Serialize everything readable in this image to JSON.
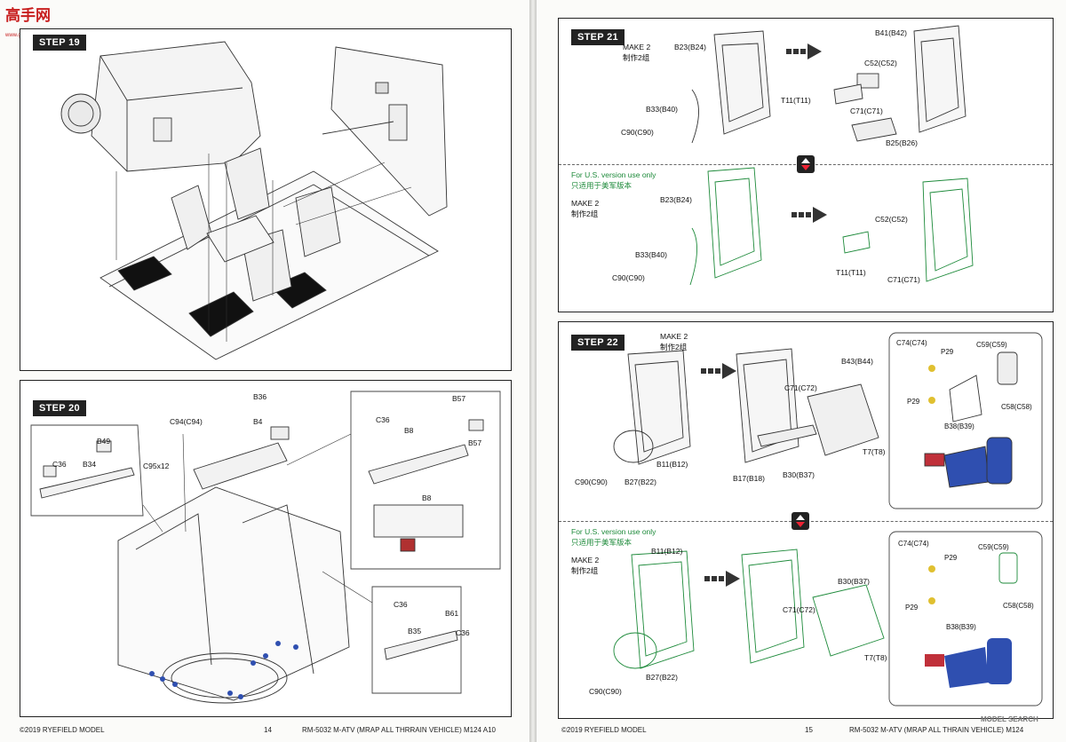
{
  "watermark_top": {
    "title": "高手网",
    "url": "www.gaoshou.com"
  },
  "left_page": {
    "step19": {
      "title": "STEP 19"
    },
    "step20": {
      "title": "STEP 20",
      "labels": [
        "B36",
        "B4",
        "C94(C94)",
        "B49",
        "C36",
        "B34",
        "C95x12",
        "B57",
        "C36",
        "B8",
        "B57",
        "B8",
        "C36",
        "B61",
        "B35",
        "C36"
      ]
    },
    "footer": {
      "copyright": "©2019 RYEFIELD MODEL",
      "page_no": "14",
      "product": "RM-5032 M-ATV (MRAP ALL THRRAIN VEHICLE) M124  A10"
    }
  },
  "right_page": {
    "step21": {
      "title": "STEP 21",
      "make": "MAKE 2",
      "make_cn": "制作2组",
      "labels": [
        "B23(B24)",
        "B41(B42)",
        "C52(C52)",
        "T11(T11)",
        "B33(B40)",
        "C71(C71)",
        "C90(C90)",
        "B25(B26)"
      ],
      "us_note": "For U.S. version use only",
      "us_note_cn": "只适用于美军版本",
      "us_labels": [
        "B23(B24)",
        "C52(C52)",
        "T11(T11)",
        "B33(B40)",
        "C90(C90)",
        "C71(C71)"
      ]
    },
    "step22": {
      "title": "STEP 22",
      "make": "MAKE 2",
      "make_cn": "制作2组",
      "labels": [
        "B43(B44)",
        "C71(C72)",
        "C74(C74)",
        "P29",
        "C59(C59)",
        "P29",
        "C58(C58)",
        "B38(B39)",
        "T7(T8)",
        "B11(B12)",
        "B30(B37)",
        "C90(C90)",
        "B27(B22)",
        "B17(B18)"
      ],
      "us_note": "For U.S. version use only",
      "us_note_cn": "只适用于美军版本",
      "us_labels": [
        "B11(B12)",
        "B30(B37)",
        "C71(C72)",
        "C74(C74)",
        "P29",
        "C59(C59)",
        "P29",
        "C58(C58)",
        "B38(B39)",
        "T7(T8)",
        "B27(B22)",
        "C90(C90)"
      ]
    },
    "footer": {
      "copyright": "©2019 RYEFIELD MODEL",
      "page_no": "15",
      "product": "RM-5032 M-ATV (MRAP ALL THRAIN VEHICLE) M124"
    },
    "watermark_bottom": "MODEL SEARCH"
  },
  "colors": {
    "green_part": "#1d8a3a",
    "blue_part": "#2f4fb0",
    "red_part": "#c0303a"
  }
}
